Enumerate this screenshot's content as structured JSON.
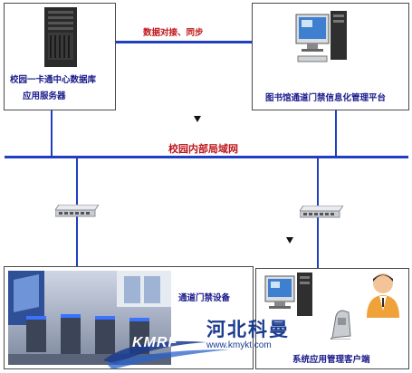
{
  "top_left_box": {
    "line1": "校园一卡通中心数据库",
    "line2": "应用服务器"
  },
  "top_right_box": {
    "label": "图书馆通道门禁信息化管理平台"
  },
  "link_label": "数据对接、同步",
  "network_label": "校园内部局域网",
  "bottom_left_box": {
    "label": "通道门禁设备"
  },
  "bottom_right_box": {
    "label": "系统应用管理客户端"
  },
  "watermark": {
    "cn": "河北科曼",
    "url": "www.kmykt.com",
    "brand": "KMRF"
  },
  "colors": {
    "line": "#1f3fbf",
    "label_text": "#1a1a8c",
    "accent_text": "#c0171b"
  },
  "icons": [
    "server-tower-icon",
    "desktop-computer-icon",
    "network-switch-icon",
    "turnstile-photo",
    "operator-person-icon",
    "card-reader-icon"
  ]
}
